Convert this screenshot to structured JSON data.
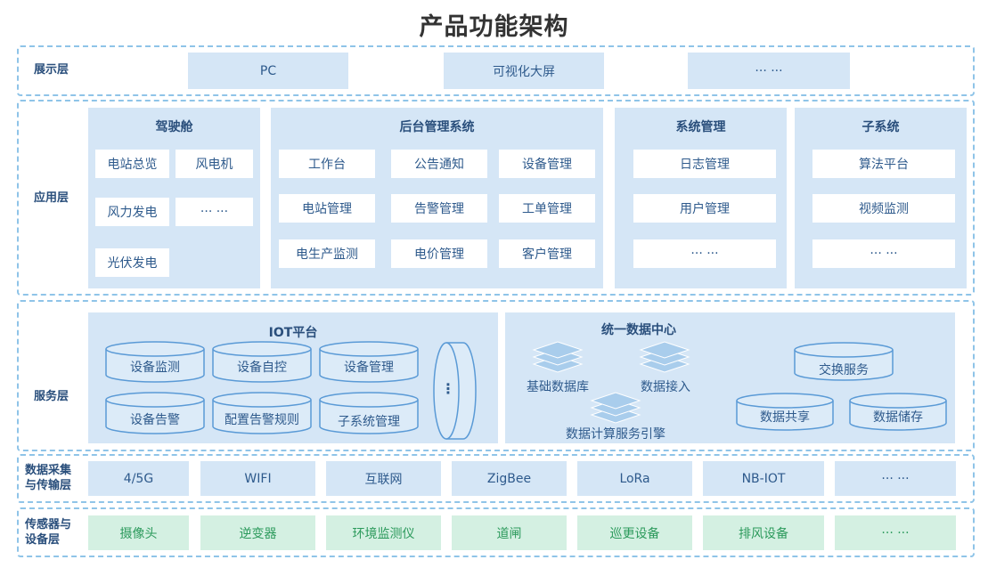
{
  "title": "产品功能架构",
  "display_layer": {
    "label": "展示层",
    "items": [
      "PC",
      "可视化大屏",
      "··· ···"
    ]
  },
  "application_layer": {
    "label": "应用层",
    "cockpit": {
      "title": "驾驶舱",
      "items": [
        "电站总览",
        "风电机",
        "风力发电",
        "··· ···",
        "光伏发电"
      ]
    },
    "backend": {
      "title": "后台管理系统",
      "items": [
        "工作台",
        "公告通知",
        "设备管理",
        "电站管理",
        "告警管理",
        "工单管理",
        "电生产监测",
        "电价管理",
        "客户管理"
      ]
    },
    "system": {
      "title": "系统管理",
      "items": [
        "日志管理",
        "用户管理",
        "··· ···"
      ]
    },
    "subsystem": {
      "title": "子系统",
      "items": [
        "算法平台",
        "视频监测",
        "··· ···"
      ]
    }
  },
  "service_layer": {
    "label": "服务层",
    "iot": {
      "title": "IOT平台",
      "items": [
        "设备监测",
        "设备自控",
        "设备管理",
        "设备告警",
        "配置告警规则",
        "子系统管理"
      ],
      "more": "⋮"
    },
    "data_center": {
      "title": "统一数据中心",
      "stacks": [
        "基础数据库",
        "数据接入",
        "数据计算服务引擎"
      ],
      "cylinders": [
        "交换服务",
        "数据共享",
        "数据储存"
      ]
    }
  },
  "transport_layer": {
    "label": "数据采集与传输层",
    "label_lines": [
      "数据采集",
      "与传输层"
    ],
    "items": [
      "4/5G",
      "WIFI",
      "互联网",
      "ZigBee",
      "LoRa",
      "NB-IOT",
      "··· ···"
    ]
  },
  "sensor_layer": {
    "label": "传感器与设备层",
    "label_lines": [
      "传感器与",
      "设备层"
    ],
    "items": [
      "摄像头",
      "逆变器",
      "环境监测仪",
      "道闸",
      "巡更设备",
      "排风设备",
      "··· ···"
    ]
  },
  "colors": {
    "layer_border": "#8fc4e8",
    "box_fill": "#d5e6f6",
    "sensor_fill": "#d4f0e2",
    "sensor_text": "#2c9a5c",
    "text_blue": "#2e5a8c",
    "cylinder_fill": "#dcebf8",
    "cylinder_stroke": "#5a9ad6"
  }
}
